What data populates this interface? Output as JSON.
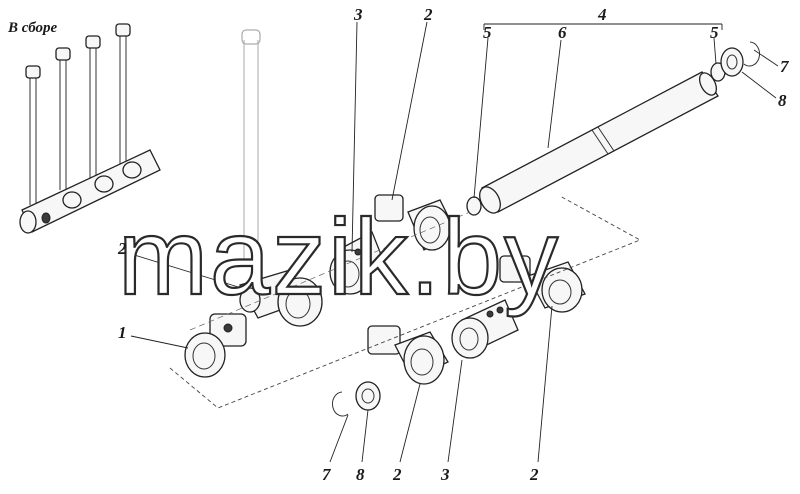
{
  "caption": "В сборе",
  "watermark": "mazik.by",
  "callouts": {
    "c1": "1",
    "c2a": "2",
    "c2b": "2",
    "c2c": "2",
    "c2d": "2",
    "c3a": "3",
    "c3b": "3",
    "c4": "4",
    "c5a": "5",
    "c5b": "5",
    "c6": "6",
    "c7a": "7",
    "c7b": "7",
    "c8a": "8",
    "c8b": "8"
  }
}
